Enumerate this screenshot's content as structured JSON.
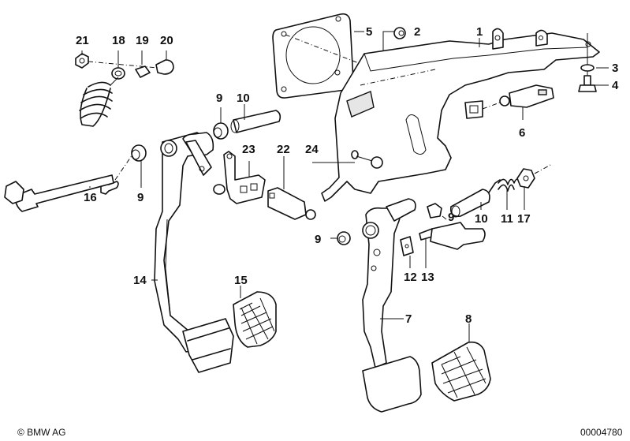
{
  "diagram": {
    "title": "Pedal assembly",
    "copyright": "© BMW AG",
    "image_number": "00004780",
    "part_labels": [
      {
        "id": "p1",
        "text": "1"
      },
      {
        "id": "p2",
        "text": "2"
      },
      {
        "id": "p3",
        "text": "3"
      },
      {
        "id": "p4",
        "text": "4"
      },
      {
        "id": "p5",
        "text": "5"
      },
      {
        "id": "p6",
        "text": "6"
      },
      {
        "id": "p7",
        "text": "7"
      },
      {
        "id": "p8",
        "text": "8"
      },
      {
        "id": "p9a",
        "text": "9"
      },
      {
        "id": "p9b",
        "text": "9"
      },
      {
        "id": "p9c",
        "text": "9"
      },
      {
        "id": "p9d",
        "text": "9"
      },
      {
        "id": "p10a",
        "text": "10"
      },
      {
        "id": "p10b",
        "text": "10"
      },
      {
        "id": "p11",
        "text": "11"
      },
      {
        "id": "p12",
        "text": "12"
      },
      {
        "id": "p13",
        "text": "13"
      },
      {
        "id": "p14",
        "text": "14"
      },
      {
        "id": "p15",
        "text": "15"
      },
      {
        "id": "p16",
        "text": "16"
      },
      {
        "id": "p17",
        "text": "17"
      },
      {
        "id": "p18",
        "text": "18"
      },
      {
        "id": "p19",
        "text": "19"
      },
      {
        "id": "p20",
        "text": "20"
      },
      {
        "id": "p21",
        "text": "21"
      },
      {
        "id": "p22",
        "text": "22"
      },
      {
        "id": "p23",
        "text": "23"
      },
      {
        "id": "p24",
        "text": "24"
      }
    ]
  }
}
